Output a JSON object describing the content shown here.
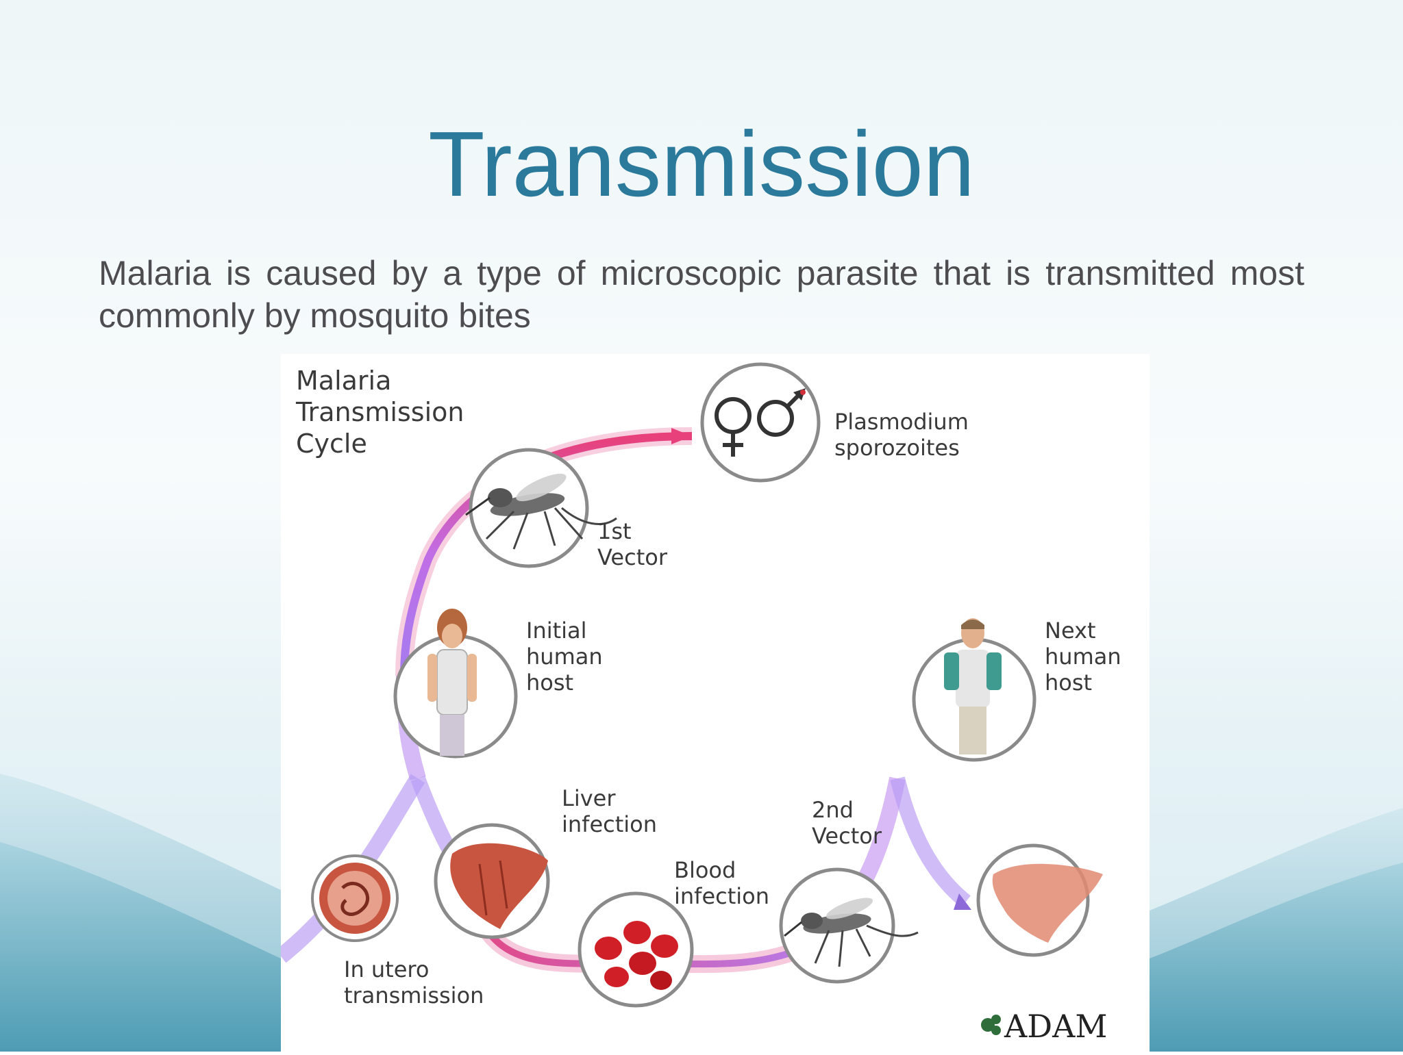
{
  "slide": {
    "title": "Transmission",
    "body": "Malaria is caused by a type of microscopic parasite that is transmitted most commonly by mosquito bites"
  },
  "diagram": {
    "heading": [
      "Malaria",
      "Transmission",
      "Cycle"
    ],
    "labels": {
      "sporozoites": [
        "Plasmodium",
        "sporozoites"
      ],
      "first_vector": [
        "1st",
        "Vector"
      ],
      "initial_host": [
        "Initial",
        "human",
        "host"
      ],
      "next_host": [
        "Next",
        "human",
        "host"
      ],
      "liver": [
        "Liver",
        "infection"
      ],
      "second_vector": [
        "2nd",
        "Vector"
      ],
      "blood": [
        "Blood",
        "infection"
      ],
      "utero": [
        "In utero",
        "transmission"
      ]
    },
    "logo": "ADAM",
    "colors": {
      "title": "#2b7a9b",
      "arc_pink": "#e8407a",
      "arc_violet": "#a57cf0",
      "liver": "#c8553f",
      "blood": "#d01f26"
    }
  }
}
